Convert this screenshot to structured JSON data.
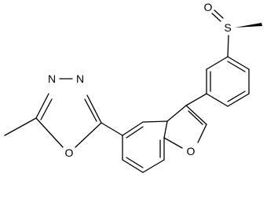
{
  "molecule": {
    "atoms": {
      "sulfoxide_oxygen": "O",
      "sulfur": "S",
      "oxadiazole_n1": "N",
      "oxadiazole_n2": "N",
      "oxadiazole_oxygen": "O",
      "furan_oxygen": "O"
    }
  },
  "colors": {
    "bond": "#000000",
    "background": "#ffffff"
  }
}
